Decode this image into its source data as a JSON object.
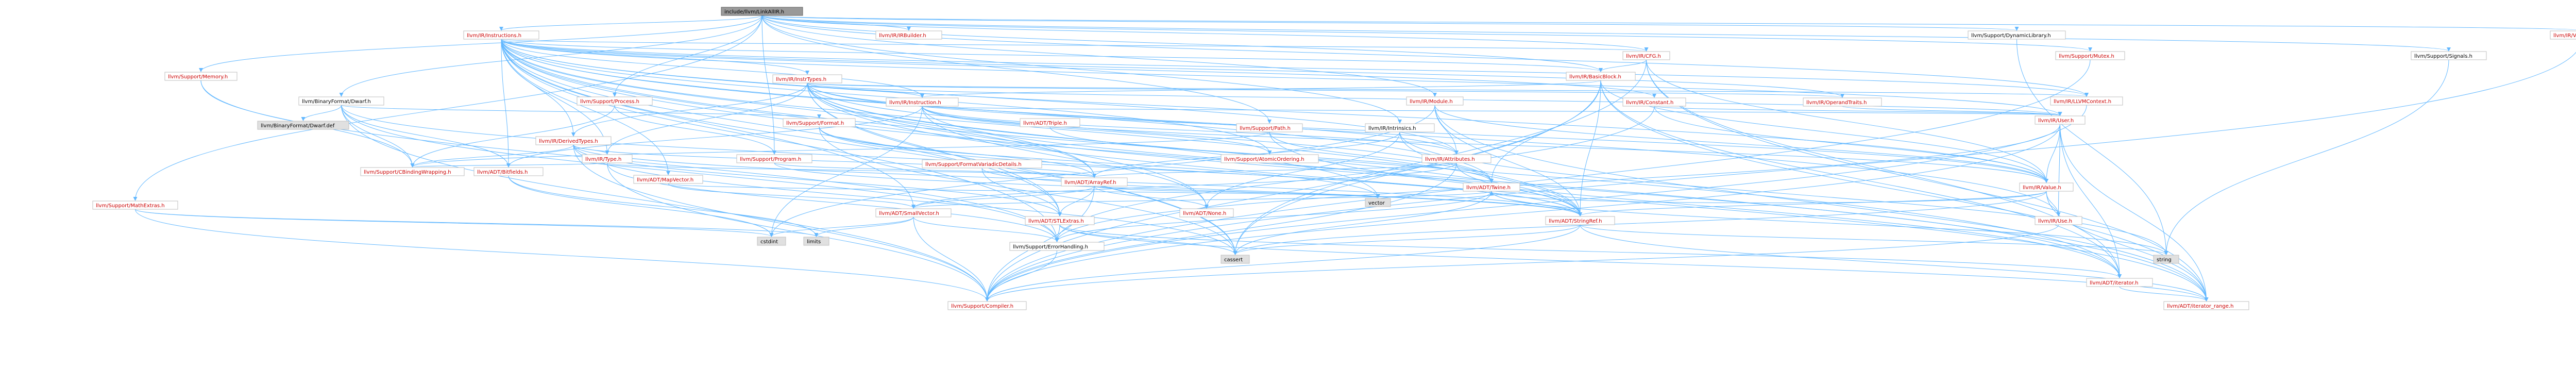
{
  "colors": {
    "edge": "#63b8ff",
    "root_fill": "#999999",
    "root_stroke": "#666666",
    "node_fill": "#ffffff",
    "link_text": "#cc0000",
    "plain_text": "#000000",
    "node_stroke": "#bfbfbf",
    "leaf_fill": "#e0e0e0"
  },
  "nodes": [
    {
      "id": "root",
      "label": "include/llvm/LinkAllIR.h",
      "style": "root"
    },
    {
      "id": "ir_instructions",
      "label": "llvm/IR/Instructions.h",
      "style": "link"
    },
    {
      "id": "dynlib",
      "label": "llvm/Support/DynamicLibrary.h",
      "style": "plain"
    },
    {
      "id": "verifier",
      "label": "llvm/IR/Verifier.h",
      "style": "link"
    },
    {
      "id": "irbuilder",
      "label": "llvm/IR/IRBuilder.h",
      "style": "link"
    },
    {
      "id": "mutex",
      "label": "llvm/Support/Mutex.h",
      "style": "link"
    },
    {
      "id": "signals",
      "label": "llvm/Support/Signals.h",
      "style": "plain"
    },
    {
      "id": "cfg",
      "label": "llvm/IR/CFG.h",
      "style": "link"
    },
    {
      "id": "memory",
      "label": "llvm/Support/Memory.h",
      "style": "link"
    },
    {
      "id": "elf",
      "label": "llvm/BinaryFormat/Dwarf.h",
      "style": "plain"
    },
    {
      "id": "process",
      "label": "llvm/Support/Process.h",
      "style": "link"
    },
    {
      "id": "module",
      "label": "llvm/IR/Module.h",
      "style": "link"
    },
    {
      "id": "inttypes",
      "label": "llvm/IR/InstrTypes.h",
      "style": "link"
    },
    {
      "id": "basicblock",
      "label": "llvm/IR/BasicBlock.h",
      "style": "link"
    },
    {
      "id": "llvmcontext",
      "label": "llvm/IR/LLVMContext.h",
      "style": "link"
    },
    {
      "id": "derived",
      "label": "llvm/IR/DerivedTypes.h",
      "style": "link"
    },
    {
      "id": "instruction",
      "label": "llvm/IR/Instruction.h",
      "style": "link"
    },
    {
      "id": "constant",
      "label": "llvm/IR/Constant.h",
      "style": "link"
    },
    {
      "id": "path",
      "label": "llvm/Support/Path.h",
      "style": "link"
    },
    {
      "id": "intrinsics",
      "label": "llvm/IR/Intrinsics.h",
      "style": "plain"
    },
    {
      "id": "dwarfdef",
      "label": "llvm/BinaryFormat/Dwarf.def",
      "style": "leaf"
    },
    {
      "id": "format",
      "label": "llvm/Support/Format.h",
      "style": "link"
    },
    {
      "id": "program",
      "label": "llvm/Support/Program.h",
      "style": "link"
    },
    {
      "id": "type",
      "label": "llvm/IR/Type.h",
      "style": "link"
    },
    {
      "id": "triple",
      "label": "llvm/ADT/Triple.h",
      "style": "link"
    },
    {
      "id": "atomic",
      "label": "llvm/Support/AtomicOrdering.h",
      "style": "link"
    },
    {
      "id": "attributes",
      "label": "llvm/IR/Attributes.h",
      "style": "link"
    },
    {
      "id": "optraits",
      "label": "llvm/IR/OperandTraits.h",
      "style": "link"
    },
    {
      "id": "user",
      "label": "llvm/IR/User.h",
      "style": "link"
    },
    {
      "id": "ctypes",
      "label": "llvm/Support/CBindingWrapping.h",
      "style": "link"
    },
    {
      "id": "bitfields",
      "label": "llvm/ADT/Bitfields.h",
      "style": "link"
    },
    {
      "id": "mapvector",
      "label": "llvm/ADT/MapVector.h",
      "style": "link"
    },
    {
      "id": "fmtvariadic",
      "label": "llvm/Support/FormatVariadicDetails.h",
      "style": "link"
    },
    {
      "id": "arrayref",
      "label": "llvm/ADT/ArrayRef.h",
      "style": "link"
    },
    {
      "id": "twine",
      "label": "llvm/ADT/Twine.h",
      "style": "link"
    },
    {
      "id": "value",
      "label": "llvm/IR/Value.h",
      "style": "link"
    },
    {
      "id": "mathextras",
      "label": "llvm/Support/MathExtras.h",
      "style": "link"
    },
    {
      "id": "smallvector",
      "label": "llvm/ADT/SmallVector.h",
      "style": "link"
    },
    {
      "id": "stlextras",
      "label": "llvm/ADT/STLExtras.h",
      "style": "link"
    },
    {
      "id": "none",
      "label": "llvm/ADT/None.h",
      "style": "link"
    },
    {
      "id": "vector",
      "label": "vector",
      "style": "leaf"
    },
    {
      "id": "stringref",
      "label": "llvm/ADT/StringRef.h",
      "style": "link"
    },
    {
      "id": "use",
      "label": "llvm/IR/Use.h",
      "style": "link"
    },
    {
      "id": "cstdint",
      "label": "cstdint",
      "style": "leaf"
    },
    {
      "id": "limits",
      "label": "limits",
      "style": "leaf"
    },
    {
      "id": "errhandling",
      "label": "llvm/Support/ErrorHandling.h",
      "style": "plain"
    },
    {
      "id": "cassert",
      "label": "cassert",
      "style": "leaf"
    },
    {
      "id": "string",
      "label": "string",
      "style": "leaf"
    },
    {
      "id": "iterator",
      "label": "llvm/ADT/iterator.h",
      "style": "link"
    },
    {
      "id": "compiler",
      "label": "llvm/Support/Compiler.h",
      "style": "link"
    },
    {
      "id": "iterrange",
      "label": "llvm/ADT/iterator_range.h",
      "style": "link"
    }
  ]
}
